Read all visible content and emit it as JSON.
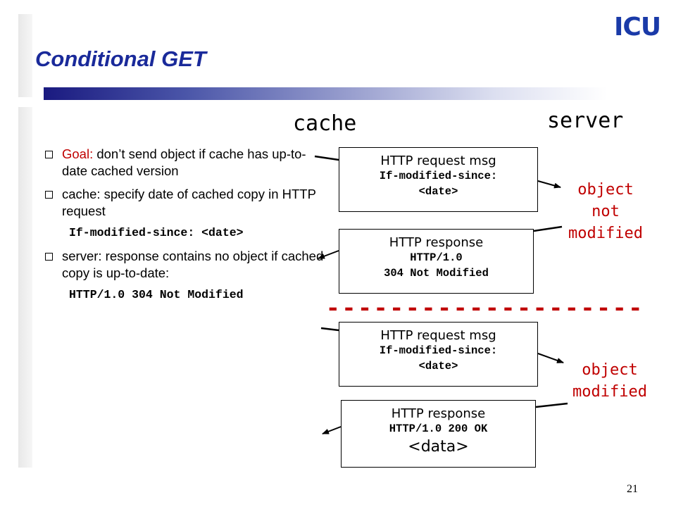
{
  "slide": {
    "title": "Conditional GET",
    "logo": "ICU",
    "page_number": "21"
  },
  "headers": {
    "cache": "cache",
    "server": "server"
  },
  "bullets": [
    {
      "lead": "Goal:",
      "text": " don’t send object if cache has up-to-date cached version"
    },
    {
      "text": "cache: specify date of cached copy in HTTP request"
    },
    {
      "text": "server: response contains no object if cached copy is up-to-date:"
    }
  ],
  "code_lines": {
    "if_modified": "If-modified-since: <date>",
    "not_modified": "HTTP/1.0 304 Not Modified"
  },
  "boxes": {
    "req1": {
      "title": "HTTP request msg",
      "line2": "If-modified-since:",
      "line3": "<date>"
    },
    "resp1": {
      "title": "HTTP response",
      "line2": "HTTP/1.0",
      "line3": "304 Not Modified"
    },
    "req2": {
      "title": "HTTP request msg",
      "line2": "If-modified-since:",
      "line3": "<date>"
    },
    "resp2": {
      "title": "HTTP response",
      "line2": "HTTP/1.0 200 OK",
      "line3": "<data>"
    }
  },
  "notes": {
    "not_modified": [
      "object",
      "not",
      "modified"
    ],
    "modified": [
      "object",
      "modified"
    ]
  },
  "separator": "--------------------",
  "colors": {
    "title": "#1a2a9a",
    "accent_red": "#c00000",
    "logo": "#1a3aa8"
  }
}
